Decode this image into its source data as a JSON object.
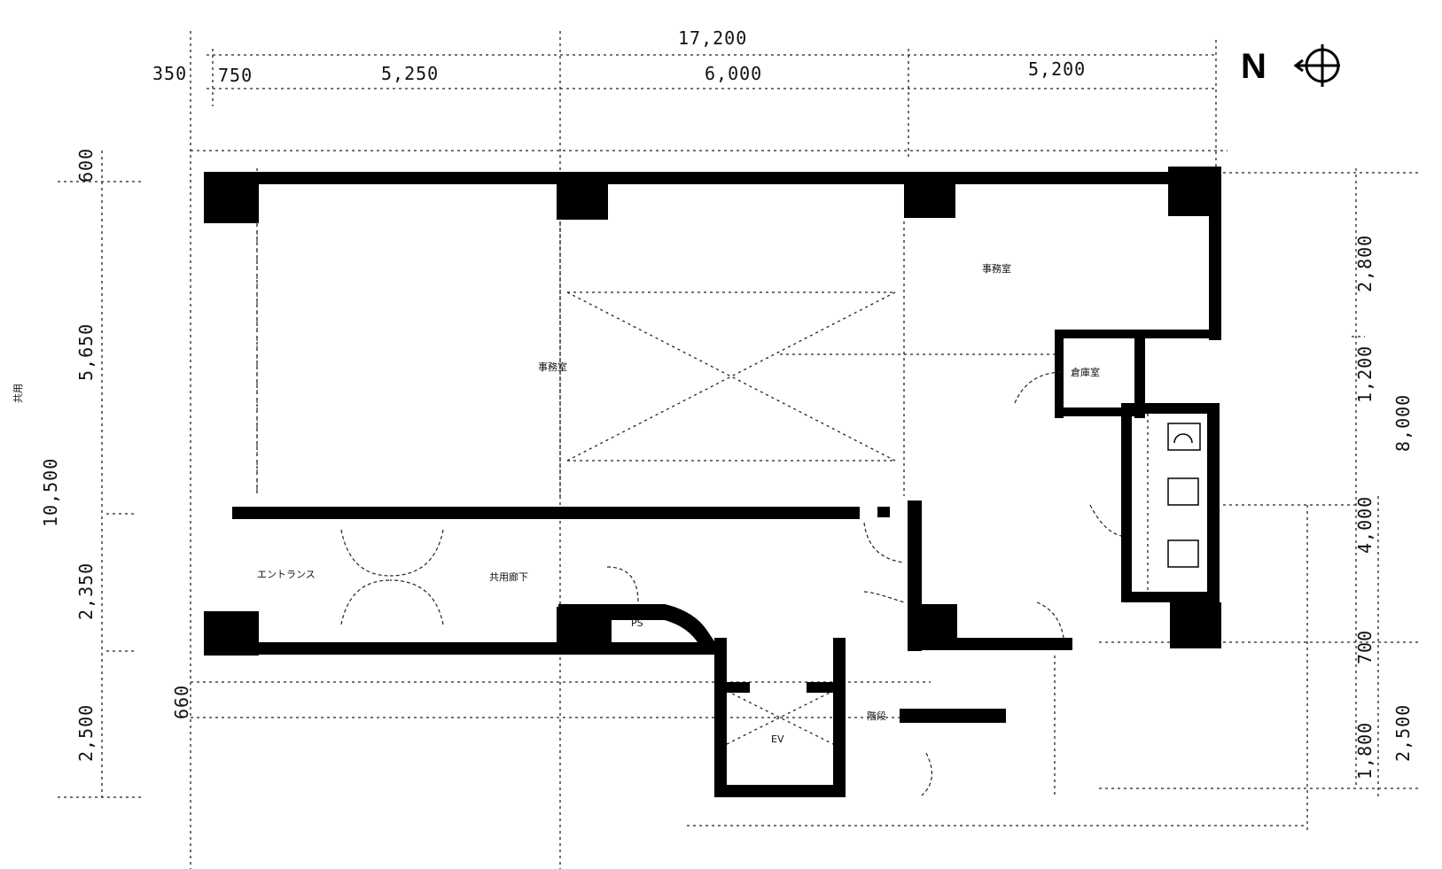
{
  "north_arrow": {
    "label": "N"
  },
  "dimensions": {
    "top_total": "17,200",
    "top_350": "350",
    "top_750": "750",
    "top_5250": "5,250",
    "top_6000": "6,000",
    "top_5200": "5,200",
    "left_600": "600",
    "left_5650": "5,650",
    "left_total": "10,500",
    "left_2350": "2,350",
    "left_660": "660",
    "left_2500": "2,500",
    "right_2800": "2,800",
    "right_1200": "1,200",
    "right_8000": "8,000",
    "right_4000": "4,000",
    "right_700": "700",
    "right_1800": "1,800",
    "right_2500": "2,500"
  },
  "rooms": {
    "office_main": "事務室",
    "office_east": "事務室",
    "storage": "倉庫室",
    "entrance_hall": "エントランス",
    "hall_corridor": "共用廊下",
    "ps": "PS",
    "elevator": "EV",
    "stair": "階段",
    "left_mark": "共用"
  }
}
